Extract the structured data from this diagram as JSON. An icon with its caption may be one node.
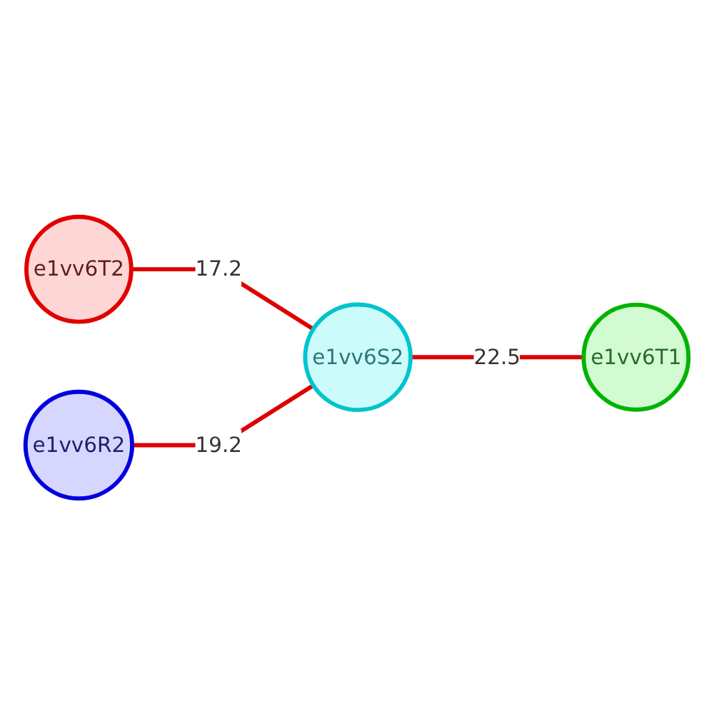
{
  "diagram": {
    "nodes": [
      {
        "text": [
          "e1vv6T2"
        ]
      },
      {
        "text": [
          "e1vv6S2"
        ]
      },
      {
        "text": [
          "e1vv6T1"
        ]
      },
      {
        "text": [
          "e1vv6R2"
        ]
      }
    ],
    "edges": [
      {
        "from": 0,
        "to": 1,
        "arrow": "none",
        "label": "17.2"
      },
      {
        "from": 1,
        "to": 2,
        "arrow": "none",
        "label": "22.5"
      },
      {
        "from": 3,
        "to": 1,
        "arrow": "none",
        "label": "19.2"
      }
    ]
  }
}
